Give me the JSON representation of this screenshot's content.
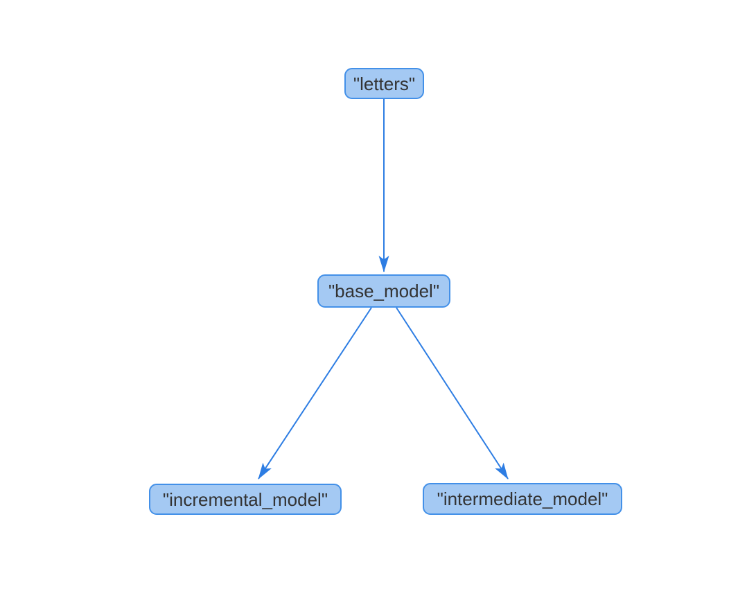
{
  "diagram": {
    "type": "dag",
    "direction": "top-down",
    "nodes": [
      {
        "id": "letters",
        "label": "\"letters\""
      },
      {
        "id": "base_model",
        "label": "\"base_model\""
      },
      {
        "id": "incremental_model",
        "label": "\"incremental_model\""
      },
      {
        "id": "intermediate_model",
        "label": "\"intermediate_model\""
      }
    ],
    "edges": [
      {
        "from": "letters",
        "to": "base_model"
      },
      {
        "from": "base_model",
        "to": "incremental_model"
      },
      {
        "from": "base_model",
        "to": "intermediate_model"
      }
    ],
    "colors": {
      "background": "#ffffff",
      "node_fill": "#a4c9f3",
      "node_border": "#4390e8",
      "edge": "#2d7de3",
      "text": "#333333"
    }
  }
}
